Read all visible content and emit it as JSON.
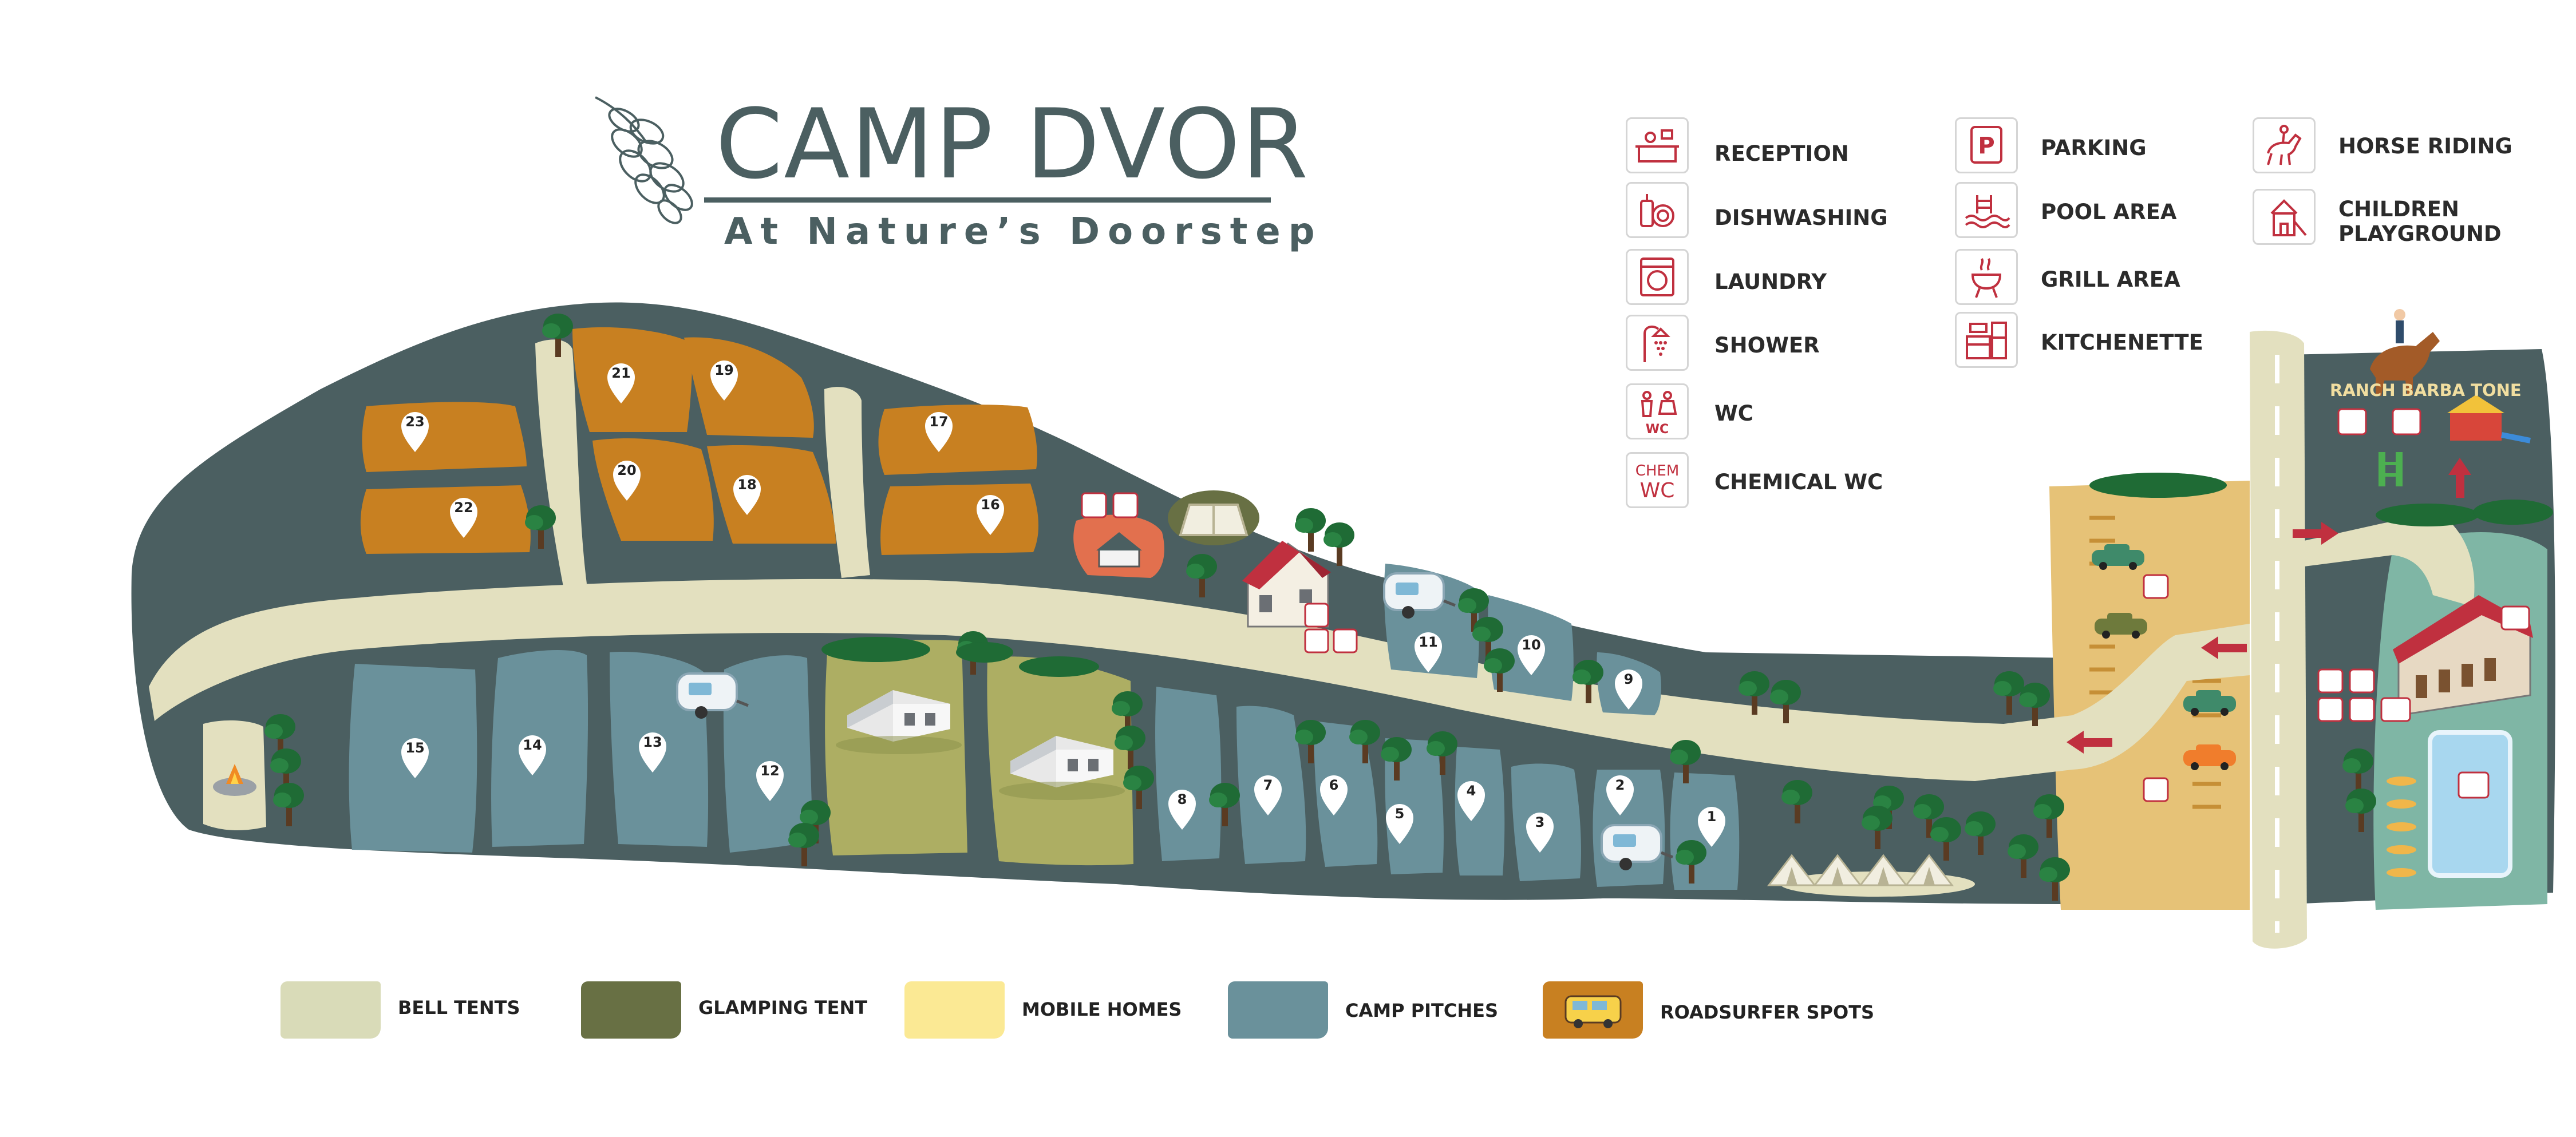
{
  "brand": {
    "title": "CAMP DVOR",
    "subtitle": "At Nature’s Doorstep",
    "logo_icon": "pine-cone-icon"
  },
  "amenities": [
    {
      "key": "reception",
      "label": "RECEPTION",
      "icon": "reception-desk-icon"
    },
    {
      "key": "dishwashing",
      "label": "DISHWASHING",
      "icon": "dishwashing-icon"
    },
    {
      "key": "laundry",
      "label": "LAUNDRY",
      "icon": "washing-machine-icon"
    },
    {
      "key": "shower",
      "label": "SHOWER",
      "icon": "shower-icon"
    },
    {
      "key": "wc",
      "label": "WC",
      "icon": "wc-icon"
    },
    {
      "key": "chemical-wc",
      "label": "CHEMICAL WC",
      "icon": "chemical-wc-icon",
      "icon_text_1": "CHEM",
      "icon_text_2": "WC"
    },
    {
      "key": "parking",
      "label": "PARKING",
      "icon": "parking-icon",
      "icon_text": "P"
    },
    {
      "key": "pool",
      "label": "POOL AREA",
      "icon": "pool-icon"
    },
    {
      "key": "grill",
      "label": "GRILL AREA",
      "icon": "grill-icon"
    },
    {
      "key": "kitchenette",
      "label": "KITCHENETTE",
      "icon": "kitchenette-icon"
    },
    {
      "key": "horse-riding",
      "label": "HORSE RIDING",
      "icon": "horse-riding-icon"
    },
    {
      "key": "playground",
      "label_line1": "CHILDREN",
      "label_line2": "PLAYGROUND",
      "icon": "playground-icon"
    }
  ],
  "ranch": {
    "label": "RANCH BARBA TONE"
  },
  "zone_legend": [
    {
      "key": "bell-tents",
      "label": "BELL TENTS",
      "color": "#d9dbb8"
    },
    {
      "key": "glamping-tent",
      "label": "GLAMPING TENT",
      "color": "#687044"
    },
    {
      "key": "mobile-homes",
      "label": "MOBILE HOMES",
      "color": "#fbe994"
    },
    {
      "key": "camp-pitches",
      "label": "CAMP PITCHES",
      "color": "#6a919b"
    },
    {
      "key": "roadsurfer-spots",
      "label": "ROADSURFER SPOTS",
      "color": "#c88021",
      "icon": "camper-van-icon"
    }
  ],
  "pitch_numbers": {
    "p1": "1",
    "p2": "2",
    "p3": "3",
    "p4": "4",
    "p5": "5",
    "p6": "6",
    "p7": "7",
    "p8": "8",
    "p9": "9",
    "p10": "10",
    "p11": "11",
    "p12": "12",
    "p13": "13",
    "p14": "14",
    "p15": "15",
    "p16": "16",
    "p17": "17",
    "p18": "18",
    "p19": "19",
    "p20": "20",
    "p21": "21",
    "p22": "22",
    "p23": "23"
  },
  "colors": {
    "terrain": "#4b5f61",
    "road": "#e3e0bf",
    "roadsurfer": "#c88021",
    "pitch": "#6a919b",
    "glamping": "#687044",
    "mobile_home": "#adae63",
    "parking": "#e6c277",
    "ranch_ground": "#7fb6a5",
    "pool_water": "#a8d7ef",
    "brand": "#4b5f61",
    "icon_red": "#c0303f"
  }
}
